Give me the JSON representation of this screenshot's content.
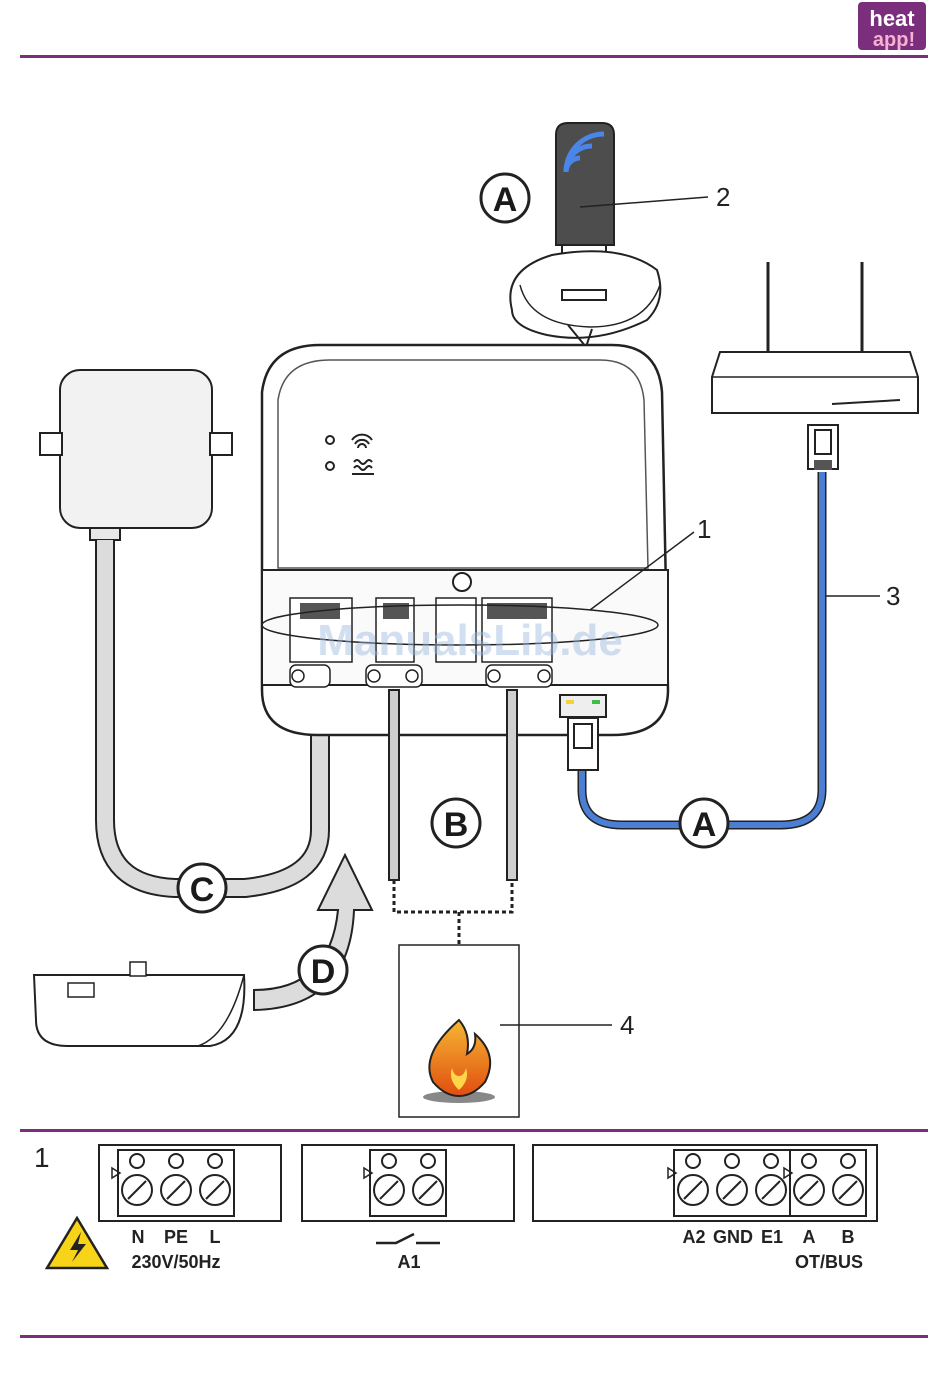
{
  "logo": {
    "line1": "heat",
    "line2": "app!",
    "bg": "#7a2e7c"
  },
  "watermark": "ManualsLib.de",
  "callouts": {
    "c1": "1",
    "c2": "2",
    "c3": "3",
    "c4": "4"
  },
  "circle_labels": {
    "a_top": "A",
    "a_bottom": "A",
    "b": "B",
    "c": "C",
    "d": "D"
  },
  "detail_panel": {
    "number": "1",
    "group1": {
      "terminals": [
        "N",
        "PE",
        "L"
      ],
      "caption": "230V/50Hz"
    },
    "group2": {
      "caption": "A1"
    },
    "group3": {
      "terminals": [
        "A2",
        "GND",
        "E1"
      ]
    },
    "group4": {
      "terminals": [
        "A",
        "B"
      ],
      "caption": "OT/BUS"
    }
  },
  "colors": {
    "rule": "#7a2e7c",
    "cable_lan": "#4a7fd4",
    "usb_wifi": "#4a86e8",
    "flame": "#f08a1c"
  }
}
